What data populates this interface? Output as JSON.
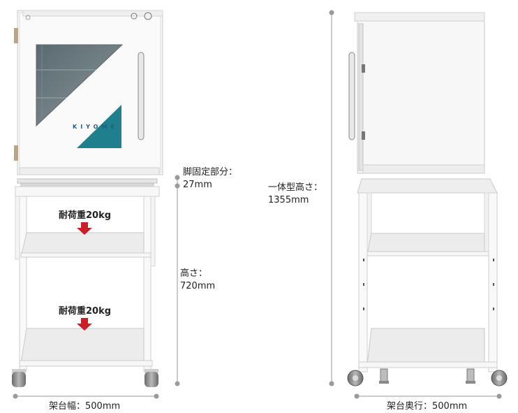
{
  "brand": "KIYOME",
  "load_labels": [
    "耐荷重20kg",
    "耐荷重20kg"
  ],
  "dimensions": {
    "fixing_part_label": "脚固定部分：",
    "fixing_part_value": "27mm",
    "stand_height_label": "高さ：",
    "stand_height_value": "720mm",
    "total_height_label": "一体型高さ：",
    "total_height_value": "1355mm",
    "stand_width": "架台幅：500mm",
    "stand_depth": "架台奥行：500mm"
  },
  "colors": {
    "accent_teal": "#1f7f8a",
    "arrow_red": "#c8202a",
    "dimension_line": "#9a9a9a"
  }
}
